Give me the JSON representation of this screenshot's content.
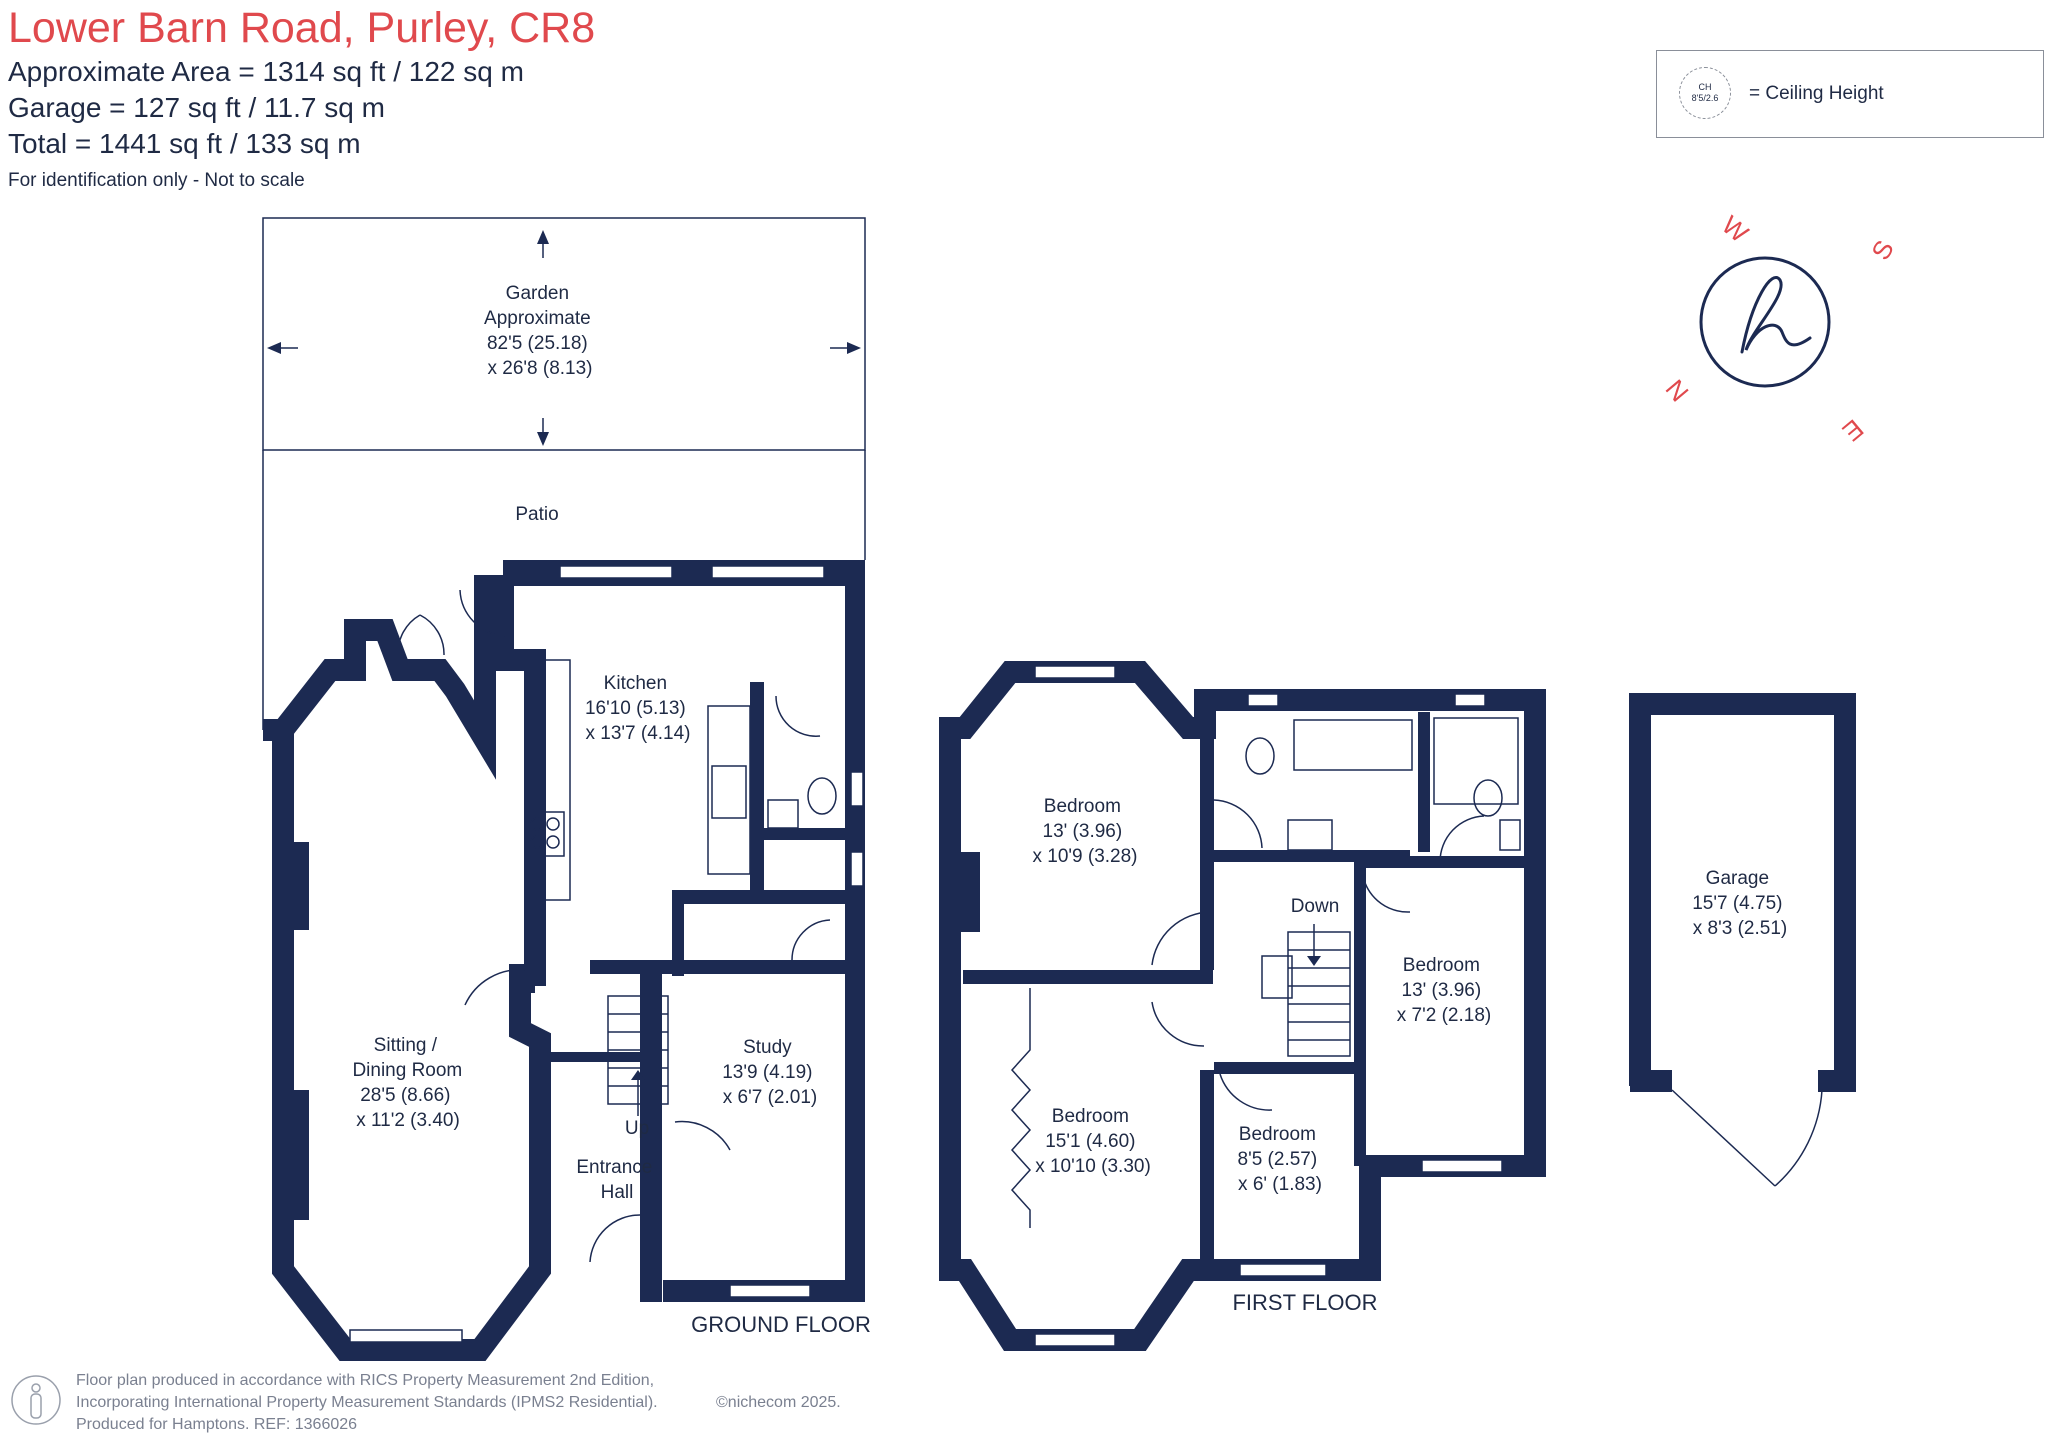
{
  "header": {
    "title": "Lower Barn Road, Purley, CR8",
    "approx_area": "Approximate Area = 1314  sq ft / 122 sq m",
    "garage_area": "Garage = 127 sq ft / 11.7  sq m",
    "total_area": "Total = 1441 sq ft / 133 sq m",
    "identification": "For identification only - Not to scale"
  },
  "legend": {
    "badge_top": "CH",
    "badge_bottom": "8'5/2.6",
    "label": "= Ceiling Height"
  },
  "logo": {
    "letters": [
      "S",
      "W",
      "N",
      "E"
    ],
    "mark": "h",
    "color": "#e0494d"
  },
  "rooms": {
    "garden": [
      "Garden",
      "Approximate",
      "82'5 (25.18)",
      "x 26'8 (8.13)"
    ],
    "patio": [
      "Patio"
    ],
    "kitchen": [
      "Kitchen",
      "16'10 (5.13)",
      "x 13'7 (4.14)"
    ],
    "sitting": [
      "Sitting /",
      "Dining Room",
      "28'5 (8.66)",
      "x 11'2 (3.40)"
    ],
    "study": [
      "Study",
      "13'9 (4.19)",
      "x 6'7 (2.01)"
    ],
    "hall": [
      "Entrance",
      "Hall"
    ],
    "up": [
      "Up"
    ],
    "bedroom1": [
      "Bedroom",
      "13' (3.96)",
      "x 10'9 (3.28)"
    ],
    "bedroom2": [
      "Bedroom",
      "15'1 (4.60)",
      "x 10'10 (3.30)"
    ],
    "bedroom3": [
      "Bedroom",
      "8'5 (2.57)",
      "x 6' (1.83)"
    ],
    "bedroom4": [
      "Bedroom",
      "13' (3.96)",
      "x 7'2 (2.18)"
    ],
    "down": [
      "Down"
    ],
    "garage": [
      "Garage",
      "15'7 (4.75)",
      "x 8'3 (2.51)"
    ]
  },
  "floors": {
    "ground": "GROUND FLOOR",
    "first": "FIRST FLOOR"
  },
  "footer": {
    "line1": "Floor plan produced in accordance with RICS Property Measurement 2nd Edition,",
    "line2": "Incorporating International Property Measurement Standards (IPMS2 Residential).",
    "line3": "Produced for Hamptons.  REF: 1366026",
    "copyright": "©nichecom 2025."
  },
  "colors": {
    "title": "#e0494d",
    "walls": "#1c2a52",
    "text": "#1f2a44"
  }
}
